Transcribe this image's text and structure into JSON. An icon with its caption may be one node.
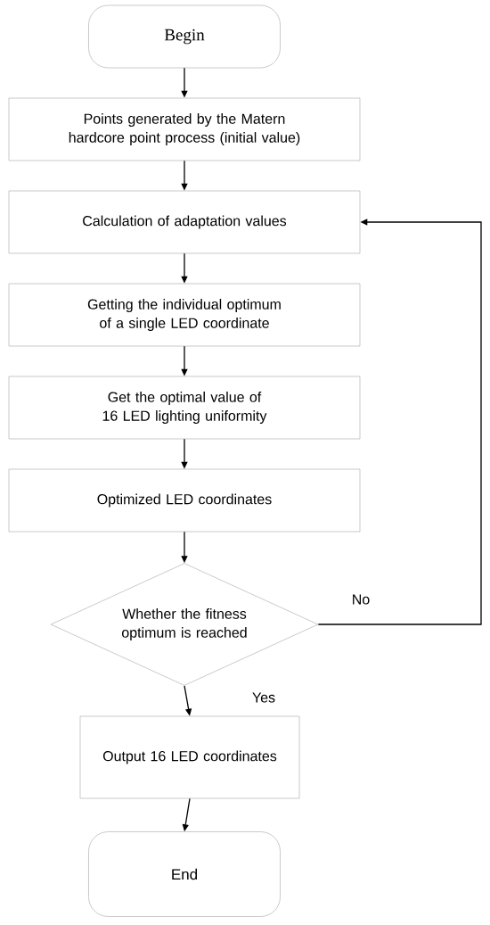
{
  "diagram": {
    "nodes": [
      {
        "text": [
          "Begin"
        ]
      },
      {
        "text": [
          "Points generated by the Matern hardcore point process (initial value)"
        ]
      },
      {
        "text": [
          "Calculation of adaptation values"
        ]
      },
      {
        "text": [
          "Getting the individual optimum of a single LED coordinate"
        ]
      },
      {
        "text": [
          "Get the optimal value of 16 LED lighting uniformity"
        ]
      },
      {
        "text": [
          "Optimized LED coordinates"
        ]
      },
      {
        "text": [
          "Whether the fitness optimum is reached"
        ]
      },
      {
        "text": [
          "Output 16 LED coordinates"
        ]
      },
      {
        "text": [
          "End"
        ]
      }
    ],
    "edges": [
      {
        "from": 0,
        "to": 1,
        "arrow": "to"
      },
      {
        "from": 1,
        "to": 2,
        "arrow": "to"
      },
      {
        "from": 2,
        "to": 3,
        "arrow": "to"
      },
      {
        "from": 3,
        "to": 4,
        "arrow": "to"
      },
      {
        "from": 4,
        "to": 5,
        "arrow": "to"
      },
      {
        "from": 5,
        "to": 6,
        "arrow": "to"
      },
      {
        "from": 6,
        "to": 2,
        "arrow": "to",
        "label": "No"
      },
      {
        "from": 6,
        "to": 7,
        "arrow": "to",
        "label": "Yes"
      },
      {
        "from": 7,
        "to": 8,
        "arrow": "to"
      }
    ]
  }
}
